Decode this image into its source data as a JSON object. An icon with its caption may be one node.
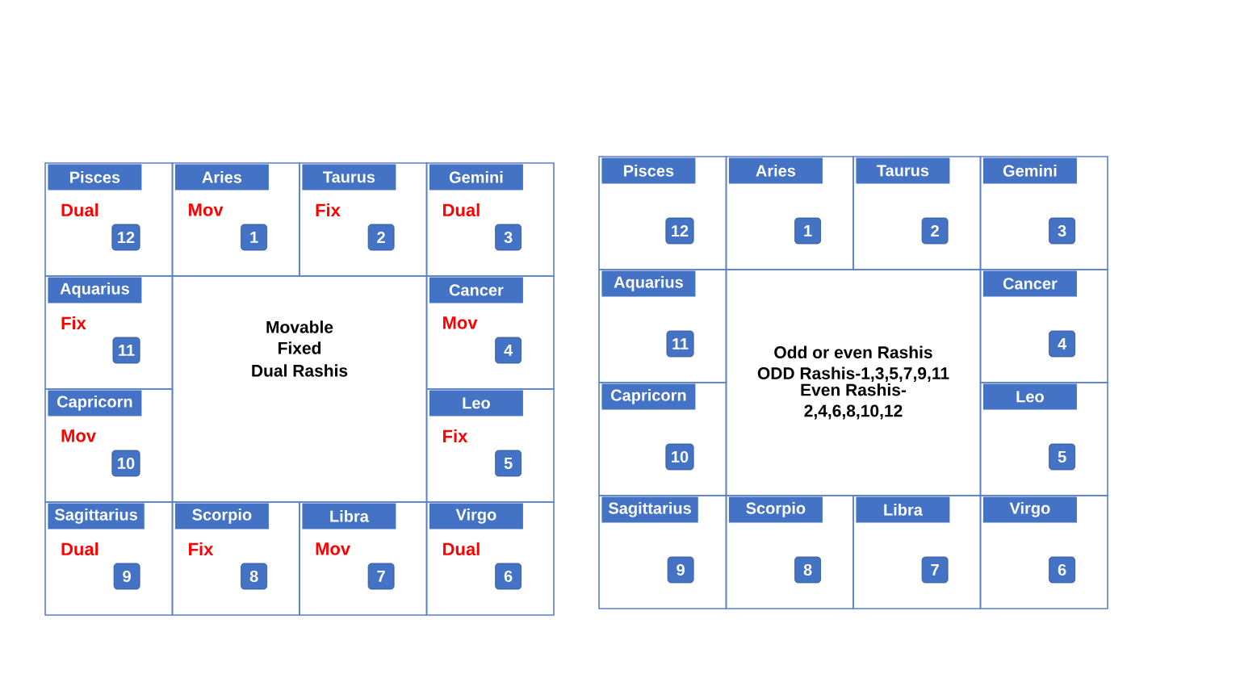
{
  "diagram": {
    "nodes": [
      {
        "text": [
          "Pisces",
          "Dual",
          "12"
        ]
      },
      {
        "text": [
          "Aries",
          "Mov",
          "1"
        ]
      },
      {
        "text": [
          "Taurus",
          "Fix",
          "2"
        ]
      },
      {
        "text": [
          "Gemini",
          "Dual",
          "3"
        ]
      },
      {
        "text": [
          "Aquarius",
          "Fix",
          "11"
        ]
      },
      {
        "text": [
          "Movable",
          "Fixed",
          "Dual Rashis"
        ]
      },
      {
        "text": [
          "Cancer",
          "Mov",
          "4"
        ]
      },
      {
        "text": [
          "Capricorn",
          "Mov",
          "10"
        ]
      },
      {
        "text": [
          "Leo",
          "Fix",
          "5"
        ]
      },
      {
        "text": [
          "Sagittarius",
          "Dual",
          "9"
        ]
      },
      {
        "text": [
          "Scorpio",
          "Fix",
          "8"
        ]
      },
      {
        "text": [
          "Libra",
          "Mov",
          "7"
        ]
      },
      {
        "text": [
          "Virgo",
          "Dual",
          "6"
        ]
      },
      {
        "text": [
          "Pisces",
          "12"
        ]
      },
      {
        "text": [
          "Aries",
          "1"
        ]
      },
      {
        "text": [
          "Taurus",
          "2"
        ]
      },
      {
        "text": [
          "Gemini",
          "3"
        ]
      },
      {
        "text": [
          "Aquarius",
          "11"
        ]
      },
      {
        "text": [
          "Odd or even Rashis",
          "ODD Rashis-1,3,5,7,9,11",
          "Even Rashis- 2,4,6,8,10,12"
        ]
      },
      {
        "text": [
          "Cancer",
          "4"
        ]
      },
      {
        "text": [
          "Capricorn",
          "10"
        ]
      },
      {
        "text": [
          "Leo",
          "5"
        ]
      },
      {
        "text": [
          "Sagittarius",
          "9"
        ]
      },
      {
        "text": [
          "Scorpio",
          "8"
        ]
      },
      {
        "text": [
          "Libra",
          "7"
        ]
      },
      {
        "text": [
          "Virgo",
          "6"
        ]
      }
    ]
  }
}
